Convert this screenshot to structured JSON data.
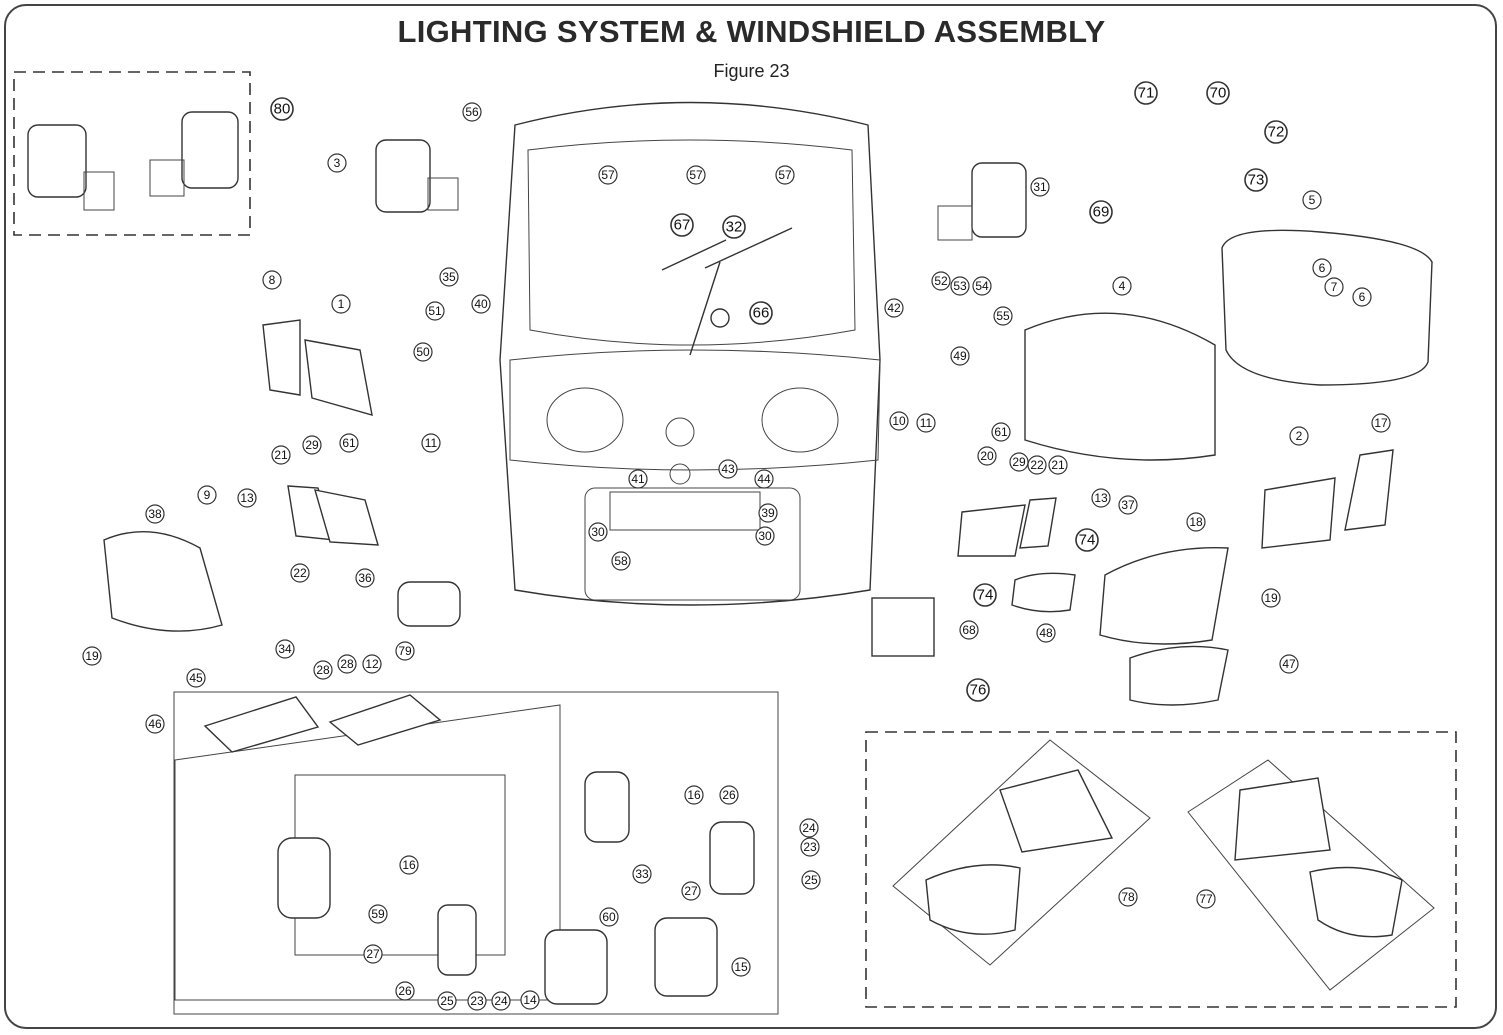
{
  "title": "LIGHTING SYSTEM & WINDSHIELD ASSEMBLY",
  "subtitle": "Figure 23",
  "callouts": [
    "80",
    "56",
    "71",
    "70",
    "72",
    "73",
    "69",
    "3",
    "57",
    "31",
    "5",
    "67",
    "32",
    "35",
    "6",
    "7",
    "8",
    "1",
    "51",
    "40",
    "42",
    "52",
    "53",
    "54",
    "55",
    "4",
    "66",
    "50",
    "49",
    "10",
    "11",
    "61",
    "29",
    "21",
    "12",
    "13",
    "9",
    "38",
    "36",
    "22",
    "19",
    "41",
    "43",
    "44",
    "39",
    "30",
    "58",
    "20",
    "37",
    "74",
    "2",
    "17",
    "18",
    "48",
    "68",
    "79",
    "34",
    "28",
    "45",
    "46",
    "47",
    "76",
    "16",
    "26",
    "24",
    "23",
    "25",
    "33",
    "60",
    "27",
    "59",
    "14",
    "15",
    "78",
    "77"
  ]
}
